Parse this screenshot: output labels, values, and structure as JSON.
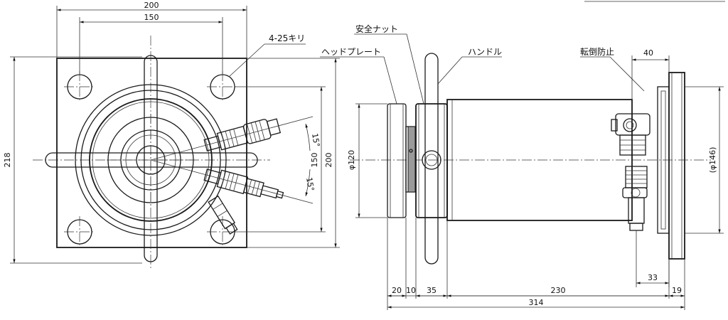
{
  "labels": {
    "bolt_holes": "4-25キリ",
    "safety_nut": "安全ナット",
    "head_plate": "ヘッドプレート",
    "handle": "ハンドル",
    "anti_rotation": "転倒防止"
  },
  "front_view": {
    "dim_top_outer": "200",
    "dim_top_inner": "150",
    "dim_left_total": "218",
    "dim_right_inner": "150",
    "dim_right_outer": "200",
    "angle_upper": "15°",
    "angle_lower": "15°"
  },
  "side_view": {
    "dim_dia_head": "φ120",
    "dim_dia_flange": "(φ146)",
    "dim_flange_width": "40",
    "dim_port_offset": "33",
    "dim_head": "20",
    "dim_gap": "10",
    "dim_nut": "35",
    "dim_body": "230",
    "dim_flange": "19",
    "dim_total": "314"
  }
}
